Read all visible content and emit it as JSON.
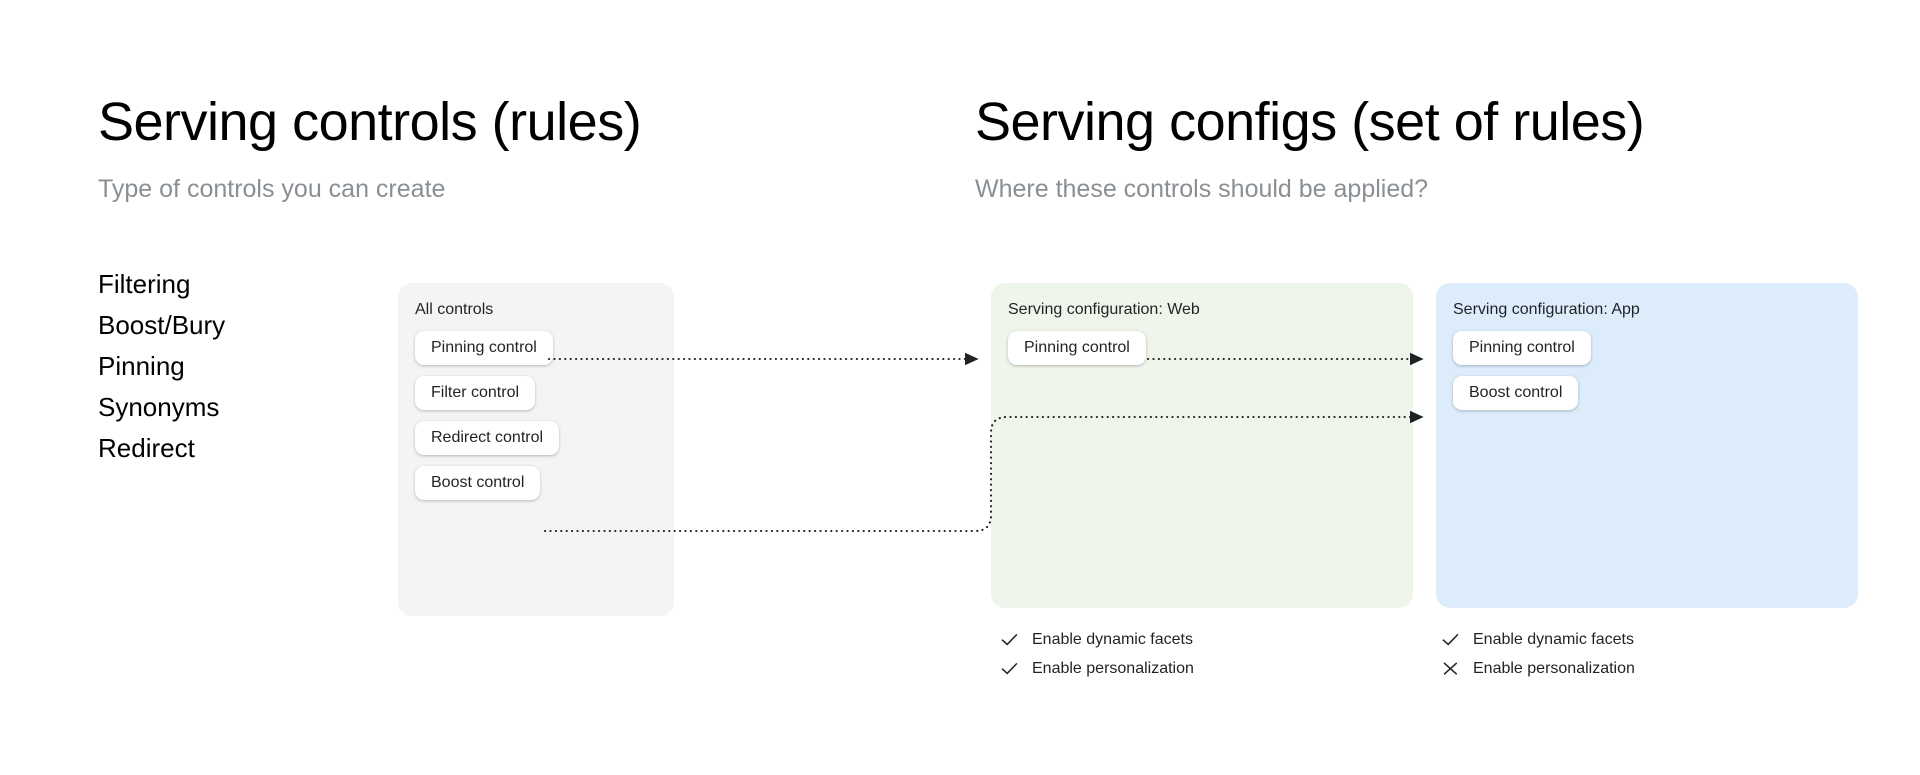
{
  "left_section": {
    "heading": "Serving controls (rules)",
    "subheading": "Type of controls you can create",
    "control_types": [
      "Filtering",
      "Boost/Bury",
      "Pinning",
      "Synonyms",
      "Redirect"
    ]
  },
  "right_section": {
    "heading": "Serving configs (set of rules)",
    "subheading": "Where these controls should be applied?"
  },
  "panels": {
    "all_controls": {
      "title": "All controls",
      "background": "#f4f4f4",
      "chips": [
        "Pinning control",
        "Filter control",
        "Redirect control",
        "Boost control"
      ]
    },
    "config_web": {
      "title": "Serving configuration: Web",
      "background": "#eef5ea",
      "chips": [
        "Pinning control"
      ],
      "options": [
        {
          "label": "Enable dynamic facets",
          "state": "check",
          "icon": "check-icon"
        },
        {
          "label": "Enable personalization",
          "state": "check",
          "icon": "check-icon"
        }
      ]
    },
    "config_app": {
      "title": "Serving configuration: App",
      "background": "#dcecfa",
      "chips": [
        "Pinning control",
        "Boost control"
      ],
      "options": [
        {
          "label": "Enable dynamic facets",
          "state": "check",
          "icon": "check-icon"
        },
        {
          "label": "Enable personalization",
          "state": "cross",
          "icon": "cross-icon"
        }
      ]
    }
  },
  "connectors": {
    "line_color": "#1f2326",
    "style": "dotted",
    "items": [
      {
        "from": "all-controls.pinning-control",
        "to": "config-web.pinning-control"
      },
      {
        "from": "config-web.pinning-control",
        "to": "config-app.pinning-control"
      },
      {
        "from": "all-controls.boost-control",
        "to": "config-app.boost-control"
      }
    ]
  }
}
